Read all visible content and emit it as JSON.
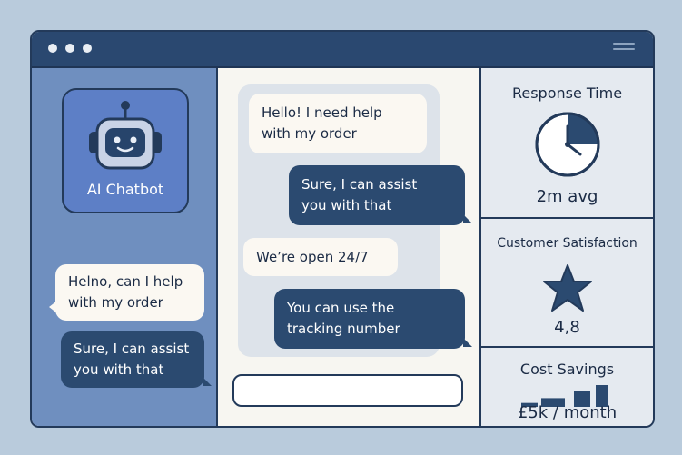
{
  "window": {
    "accent": "#2a4870",
    "titlebar_dots": 3
  },
  "sidebar": {
    "bot_title": "AI Chatbot",
    "messages": [
      {
        "text": "Helno, can I help\nwith my order",
        "style": "light"
      },
      {
        "text": "Sure, I can assist\nyou with that",
        "style": "dark"
      }
    ]
  },
  "chat": {
    "messages": [
      {
        "text": "Hello! I need help\nwith my order",
        "from": "user"
      },
      {
        "text": "Sure, I can assist\nyou with that",
        "from": "bot"
      },
      {
        "text": "We’re open 24/7",
        "from": "user"
      },
      {
        "text": "You can use the\ntracking number",
        "from": "bot"
      }
    ],
    "input": {
      "value": "",
      "placeholder": ""
    }
  },
  "stats": {
    "response_time": {
      "title": "Response Time",
      "value": "2m avg",
      "icon": "clock-icon"
    },
    "satisfaction": {
      "title": "Customer Satisfaction",
      "value": "4,8",
      "icon": "star-icon"
    },
    "cost_savings": {
      "title": "Cost Savings",
      "value": "£5k / month",
      "icon": "bar-chart-icon",
      "bar_levels": [
        0.18,
        0.4,
        0.72,
        1.0
      ]
    }
  },
  "colors": {
    "dark_bubble": "#2b4a70",
    "light_bubble": "#fbf8f2",
    "sidebar": "#6f8fbf",
    "bot_card": "#5d7fc6"
  }
}
